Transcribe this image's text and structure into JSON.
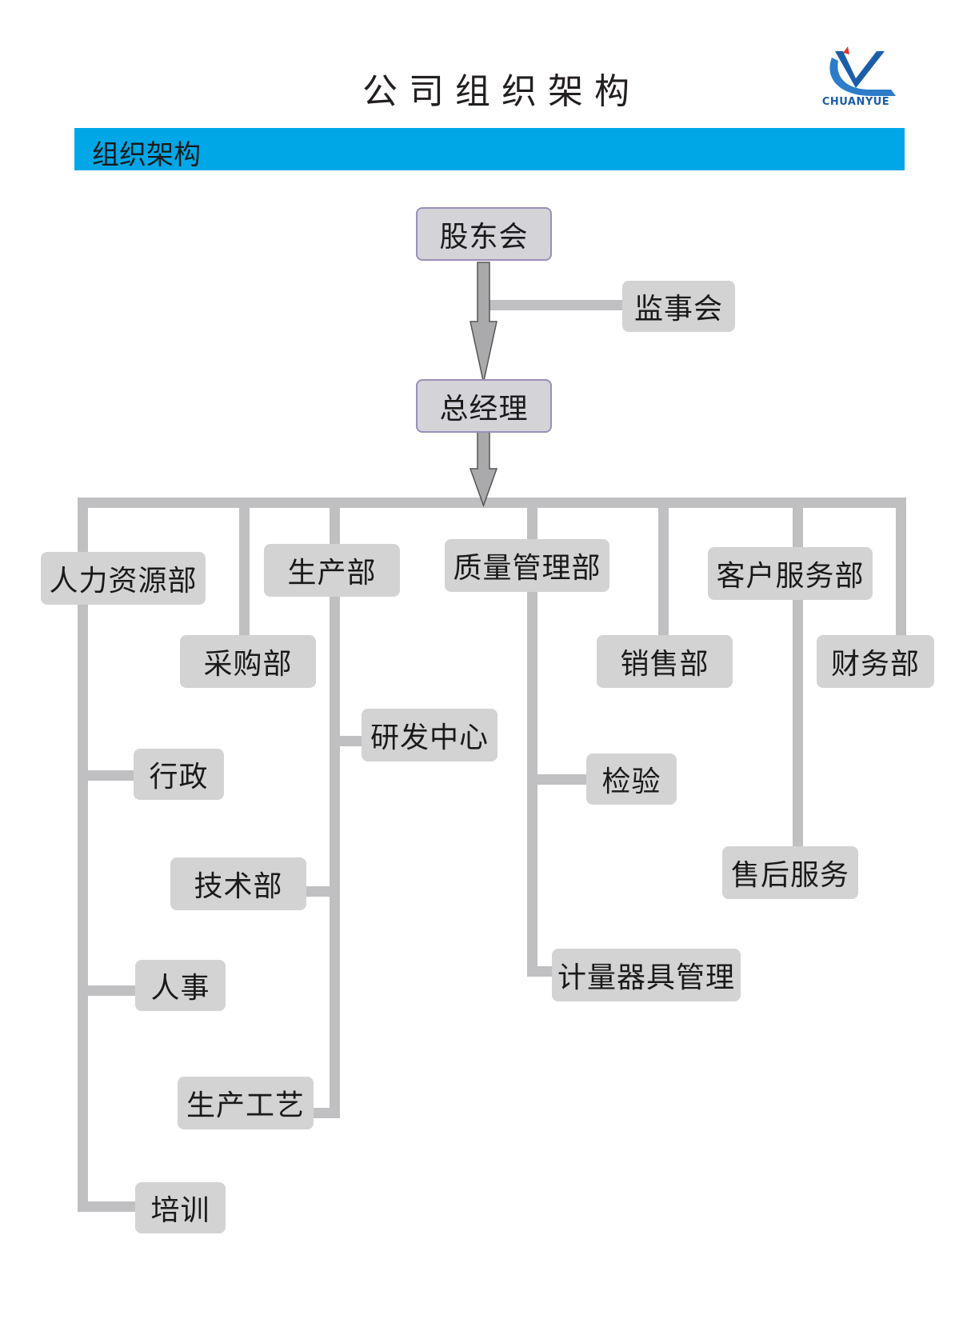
{
  "header": {
    "title": "公司组织架构",
    "logo_text": "CHUANYUE"
  },
  "banner": {
    "label": "组织架构"
  },
  "chart": {
    "board": "股东会",
    "supervisors": "监事会",
    "gm": "总经理",
    "hr": {
      "label": "人力资源部",
      "children": [
        "行政",
        "人事",
        "培训"
      ]
    },
    "purchasing": "采购部",
    "production": {
      "label": "生产部",
      "children": [
        "研发中心",
        "技术部",
        "生产工艺"
      ]
    },
    "quality": {
      "label": "质量管理部",
      "children": [
        "检验",
        "计量器具管理"
      ]
    },
    "sales": "销售部",
    "customer": {
      "label": "客户服务部",
      "children": [
        "售后服务"
      ]
    },
    "finance": "财务部"
  },
  "colors": {
    "banner": "#00a7e7",
    "connector": "#c0c0c2",
    "box": "#d3d3d4",
    "box_border": "#9b8fb7",
    "logo": "#1a5ea8"
  }
}
